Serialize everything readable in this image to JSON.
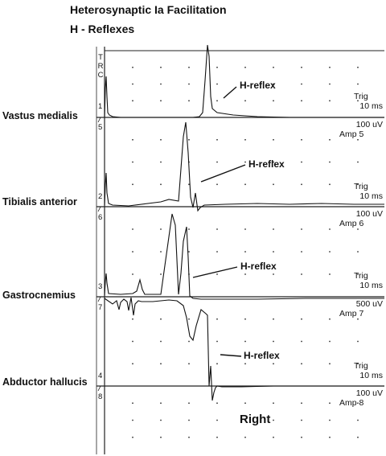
{
  "header": {
    "title": "Heterosynaptic Ia Facilitation",
    "subtitle": "H - Reflexes"
  },
  "trc_label": [
    "T",
    "R",
    "C"
  ],
  "channels": [
    {
      "muscle": "Vastus medialis",
      "h_label": "H-reflex",
      "trig": "Trig",
      "time": "10 ms",
      "amp_value": "100 uV",
      "amp_label": "Amp  5",
      "num_top": "1",
      "num_bottom": "5"
    },
    {
      "muscle": "Tibialis anterior",
      "h_label": "H-reflex",
      "trig": "Trig",
      "time": "10 ms",
      "amp_value": "100 uV",
      "amp_label": "Amp  6",
      "num_top": "2",
      "num_bottom": "6"
    },
    {
      "muscle": "Gastrocnemius",
      "h_label": "H-reflex",
      "trig": "Trig",
      "time": "10 ms",
      "amp_value": "500 uV",
      "amp_label": "Amp  7",
      "num_top": "3",
      "num_bottom": "7"
    },
    {
      "muscle": "Abductor hallucis",
      "h_label": "H-reflex",
      "trig": "Trig",
      "time": "10 ms",
      "amp_value": "100 uV",
      "amp_label": "Amp  8",
      "num_top": "4",
      "num_bottom": "8"
    }
  ],
  "side_label": "Right",
  "colors": {
    "trace": "#111111",
    "grid_dot": "#333333",
    "background": "#ffffff"
  }
}
